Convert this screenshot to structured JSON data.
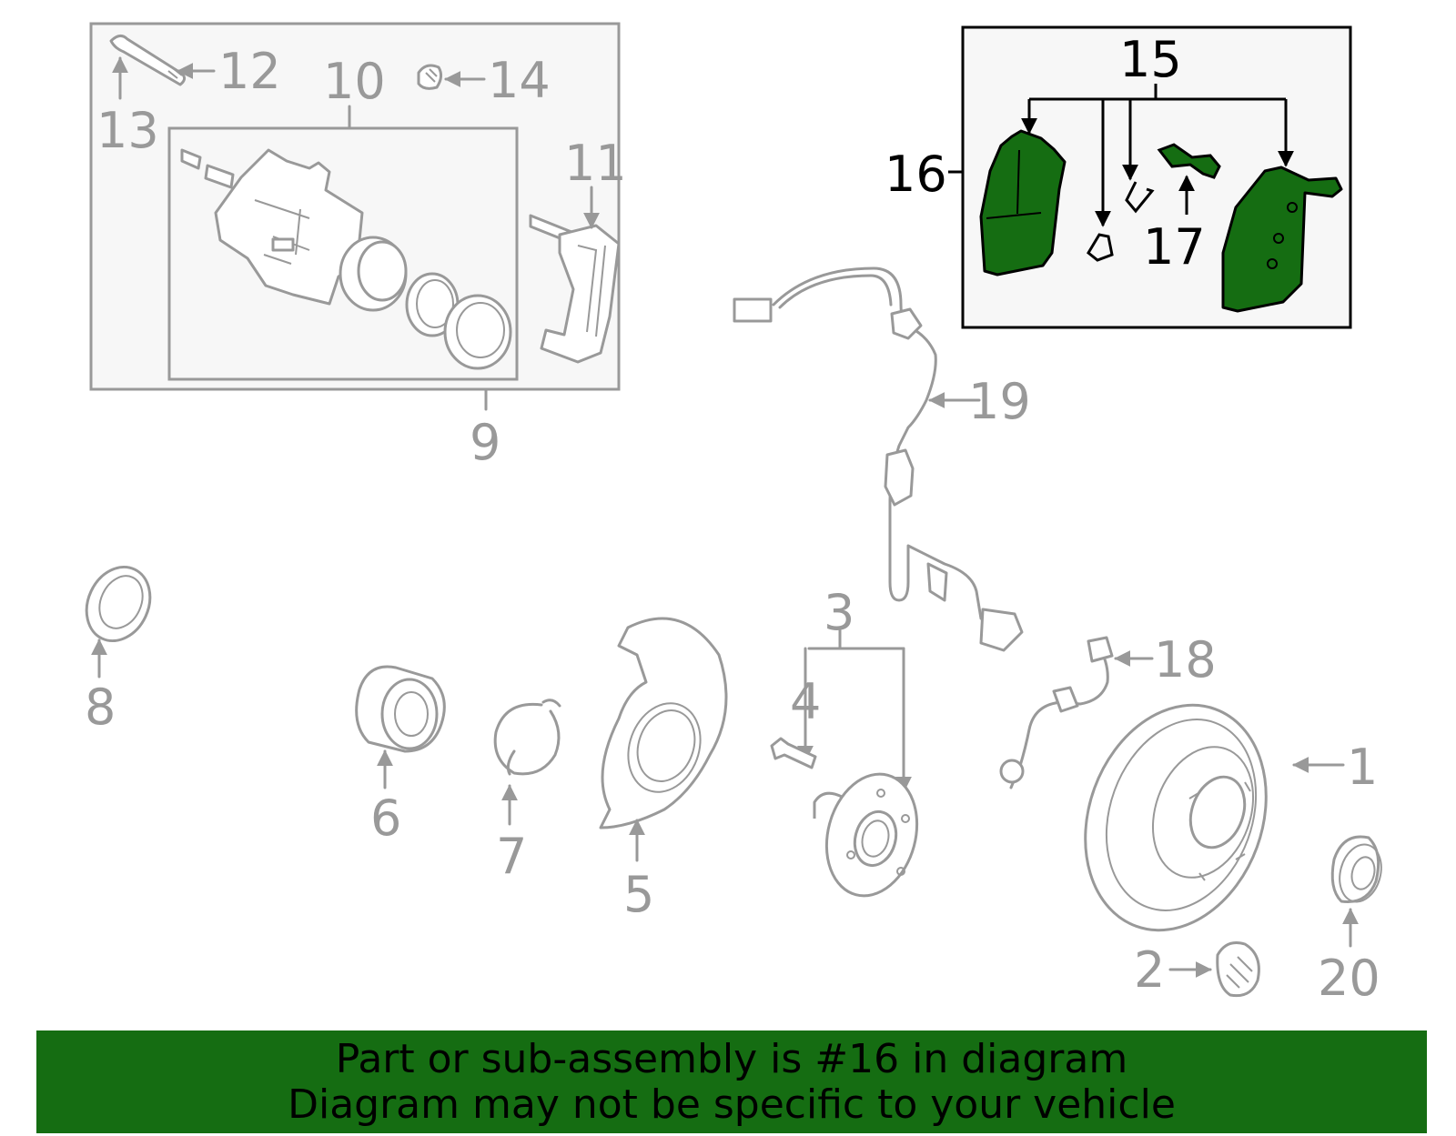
{
  "callouts": {
    "n1": "1",
    "n2": "2",
    "n3": "3",
    "n4": "4",
    "n5": "5",
    "n6": "6",
    "n7": "7",
    "n8": "8",
    "n9": "9",
    "n10": "10",
    "n11": "11",
    "n12": "12",
    "n13": "13",
    "n14": "14",
    "n15": "15",
    "n16": "16",
    "n17": "17",
    "n18": "18",
    "n19": "19",
    "n20": "20"
  },
  "highlight_part": "16",
  "colors": {
    "highlight": "#156d12",
    "part_lines": "#999999",
    "banner_bg": "#156d12"
  },
  "banner": {
    "line1": "Part or sub-assembly is #16 in diagram",
    "line2": "Diagram may not be specific to your vehicle"
  }
}
